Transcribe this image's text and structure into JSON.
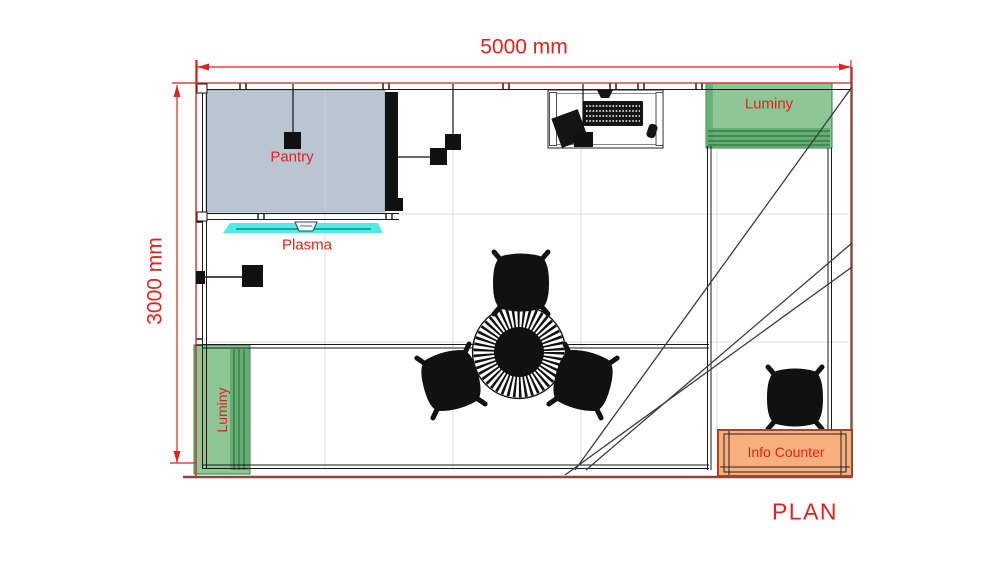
{
  "drawing": {
    "title": "PLAN",
    "dimensions": {
      "width_label": "5000 mm",
      "height_label": "3000 mm"
    },
    "areas": {
      "pantry": {
        "label": "Pantry",
        "color": "#b9c6d2"
      },
      "plasma": {
        "label": "Plasma",
        "color": "#55e9e5"
      },
      "luminy_top": {
        "label": "Luminy",
        "color": "#8cc795"
      },
      "luminy_left": {
        "label": "Luminy",
        "color": "#8cc795"
      },
      "info_counter": {
        "label": "Info Counter",
        "color": "#f7b07d"
      }
    },
    "colors": {
      "annotation_red": "#e2231c",
      "wall_dark_red": "#8e463c",
      "line_black": "#1a1a1a",
      "luminy_band_green": "#55a468",
      "counter_border": "#9a4a28",
      "grid_gray": "#dcdcdc"
    },
    "furniture_counts": {
      "meeting_chairs": 3,
      "counter_chairs": 1,
      "round_tables": 1,
      "ceiling_lights": 4,
      "wall_lights": 1
    }
  }
}
